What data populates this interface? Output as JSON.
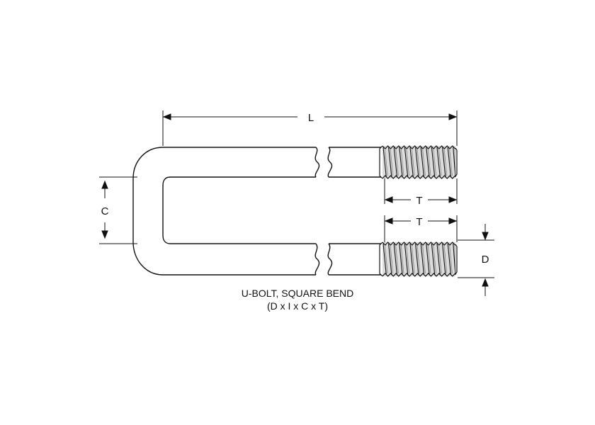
{
  "labels": {
    "length": "L",
    "center": "C",
    "thread_top": "T",
    "thread_bottom": "T",
    "diameter": "D"
  },
  "caption": {
    "title": "U-BOLT, SQUARE BEND",
    "formula": "(D x I x C x T)"
  },
  "colors": {
    "line": "#111111",
    "thread_fill": "#dcdcdc"
  }
}
